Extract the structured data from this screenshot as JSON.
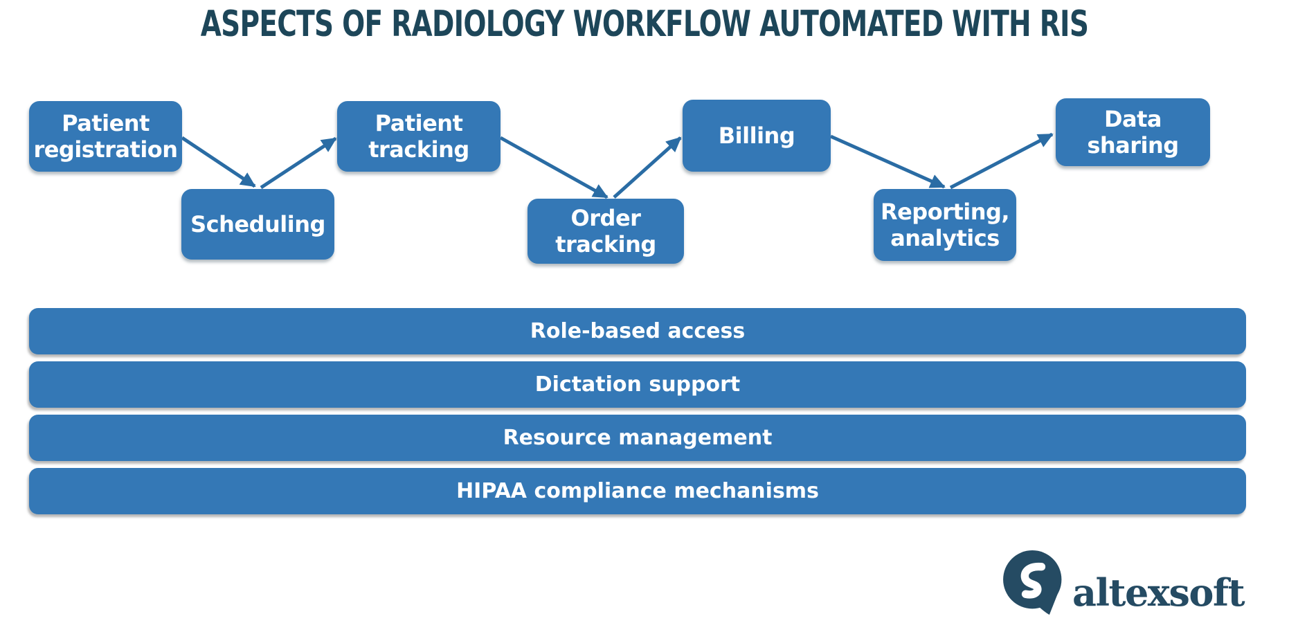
{
  "title": "ASPECTS OF RADIOLOGY WORKFLOW AUTOMATED WITH RIS",
  "flow_nodes": [
    {
      "name": "patient-registration",
      "label": "Patient\nregistration"
    },
    {
      "name": "scheduling",
      "label": "Scheduling"
    },
    {
      "name": "patient-tracking",
      "label": "Patient\ntracking"
    },
    {
      "name": "order-tracking",
      "label": "Order\ntracking"
    },
    {
      "name": "billing",
      "label": "Billing"
    },
    {
      "name": "reporting-analytics",
      "label": "Reporting,\nanalytics"
    },
    {
      "name": "data-sharing",
      "label": "Data\nsharing"
    }
  ],
  "feature_bars": [
    "Role-based access",
    "Dictation support",
    "Resource management",
    "HIPAA compliance mechanisms"
  ],
  "logo": {
    "text": "altexsoft"
  },
  "colors": {
    "node_fill": "#3478B6",
    "arrow": "#2A6CA4",
    "title_text": "#1D4659",
    "node_text": "#FFFFFF",
    "logo_navy": "#254B63",
    "background": "#FFFFFF"
  }
}
